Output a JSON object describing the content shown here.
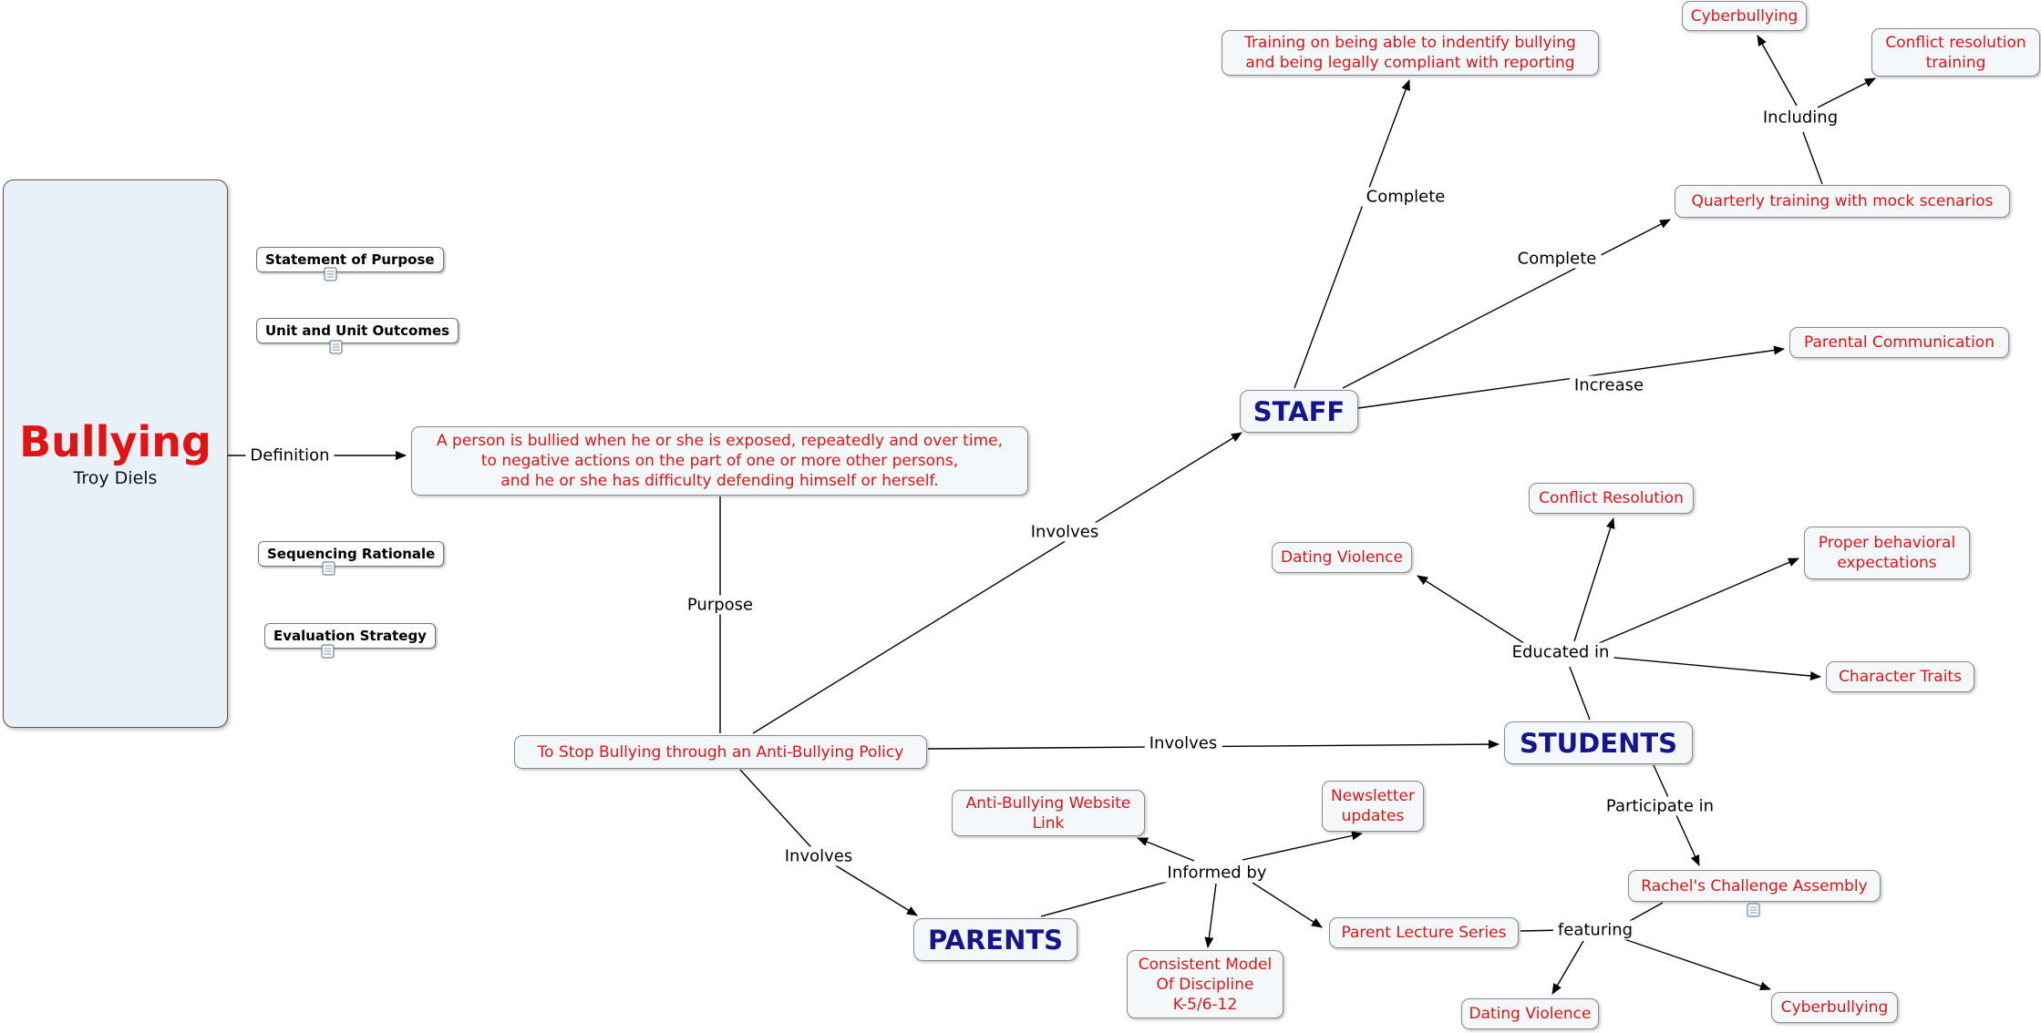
{
  "main": {
    "title": "Bullying",
    "subtitle": "Troy Diels"
  },
  "resources": [
    {
      "label": "Statement of Purpose"
    },
    {
      "label": "Unit and Unit Outcomes"
    },
    {
      "label": "Sequencing Rationale"
    },
    {
      "label": "Evaluation Strategy"
    }
  ],
  "nodes": {
    "definition_text": "A person is bullied when he or she is exposed, repeatedly and over time,\nto negative actions on the part of one or more other persons,\nand he or she has difficulty defending himself or herself.",
    "policy": "To Stop Bullying through an Anti-Bullying Policy",
    "staff": "STAFF",
    "students": "STUDENTS",
    "parents": "PARENTS",
    "training_reporting": "Training on being able to indentify bullying\nand being legally compliant with reporting",
    "quarterly_training": "Quarterly training with mock scenarios",
    "cyberbullying_top": "Cyberbullying",
    "conflict_resolution_training": "Conflict resolution\ntraining",
    "parental_communication": "Parental Communication",
    "dating_violence_upper": "Dating Violence",
    "conflict_resolution": "Conflict Resolution",
    "proper_behavioral": "Proper behavioral\nexpectations",
    "character_traits": "Character Traits",
    "rachels_challenge": "Rachel's Challenge Assembly",
    "parent_lecture": "Parent Lecture Series",
    "dating_violence_lower": "Dating Violence",
    "cyberbullying_lower": "Cyberbullying",
    "website_link": "Anti-Bullying Website\nLink",
    "newsletter": "Newsletter\nupdates",
    "consistent_model": "Consistent Model\nOf Discipline\nK-5/6-12"
  },
  "link_labels": {
    "definition": "Definition",
    "purpose": "Purpose",
    "involves_staff": "Involves",
    "involves_students": "Involves",
    "involves_parents": "Involves",
    "complete_left": "Complete",
    "complete_right": "Complete",
    "including": "Including",
    "increase": "Increase",
    "educated_in": "Educated in",
    "participate_in": "Participate in",
    "featuring": "featuring",
    "informed_by": "Informed by"
  },
  "icons": {
    "resource_icon": "attached-resource-icon"
  },
  "colors": {
    "concept_text": "#e01414",
    "topic_text": "#15158f",
    "node_bg": "#f4f8fa",
    "node_border": "#8a8a8a",
    "main_bg": "#e8f1f7",
    "line": "#000000"
  }
}
